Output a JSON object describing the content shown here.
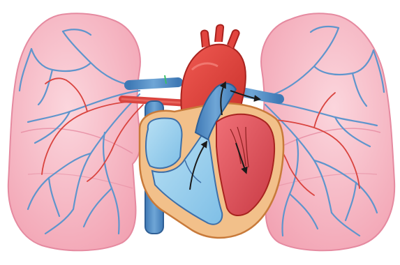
{
  "image": {
    "subject": "heart-and-lungs",
    "background": "#ffffff"
  },
  "colors": {
    "lung_fill": "#f6b7c3",
    "lung_edge": "#e58aa0",
    "lung_highlight": "#fbd6dd",
    "vein_blue": "#6fa6d6",
    "vein_blue_dark": "#3e6fa8",
    "artery_red": "#e2453f",
    "artery_red_dark": "#b42a26",
    "heart_wall": "#f2c08a",
    "heart_wall_edge": "#d28a4a",
    "right_chamber": "#9fd2ee",
    "left_chamber": "#e45a63",
    "arrow": "#1a1a1a"
  },
  "parts": {
    "left_lung": "left-lung",
    "right_lung": "right-lung",
    "aorta": "aorta",
    "vena_cava": "vena-cava",
    "pulmonary_artery": "pulmonary-artery",
    "right_atrium": "right-atrium",
    "right_ventricle": "right-ventricle",
    "left_ventricle": "left-ventricle"
  }
}
